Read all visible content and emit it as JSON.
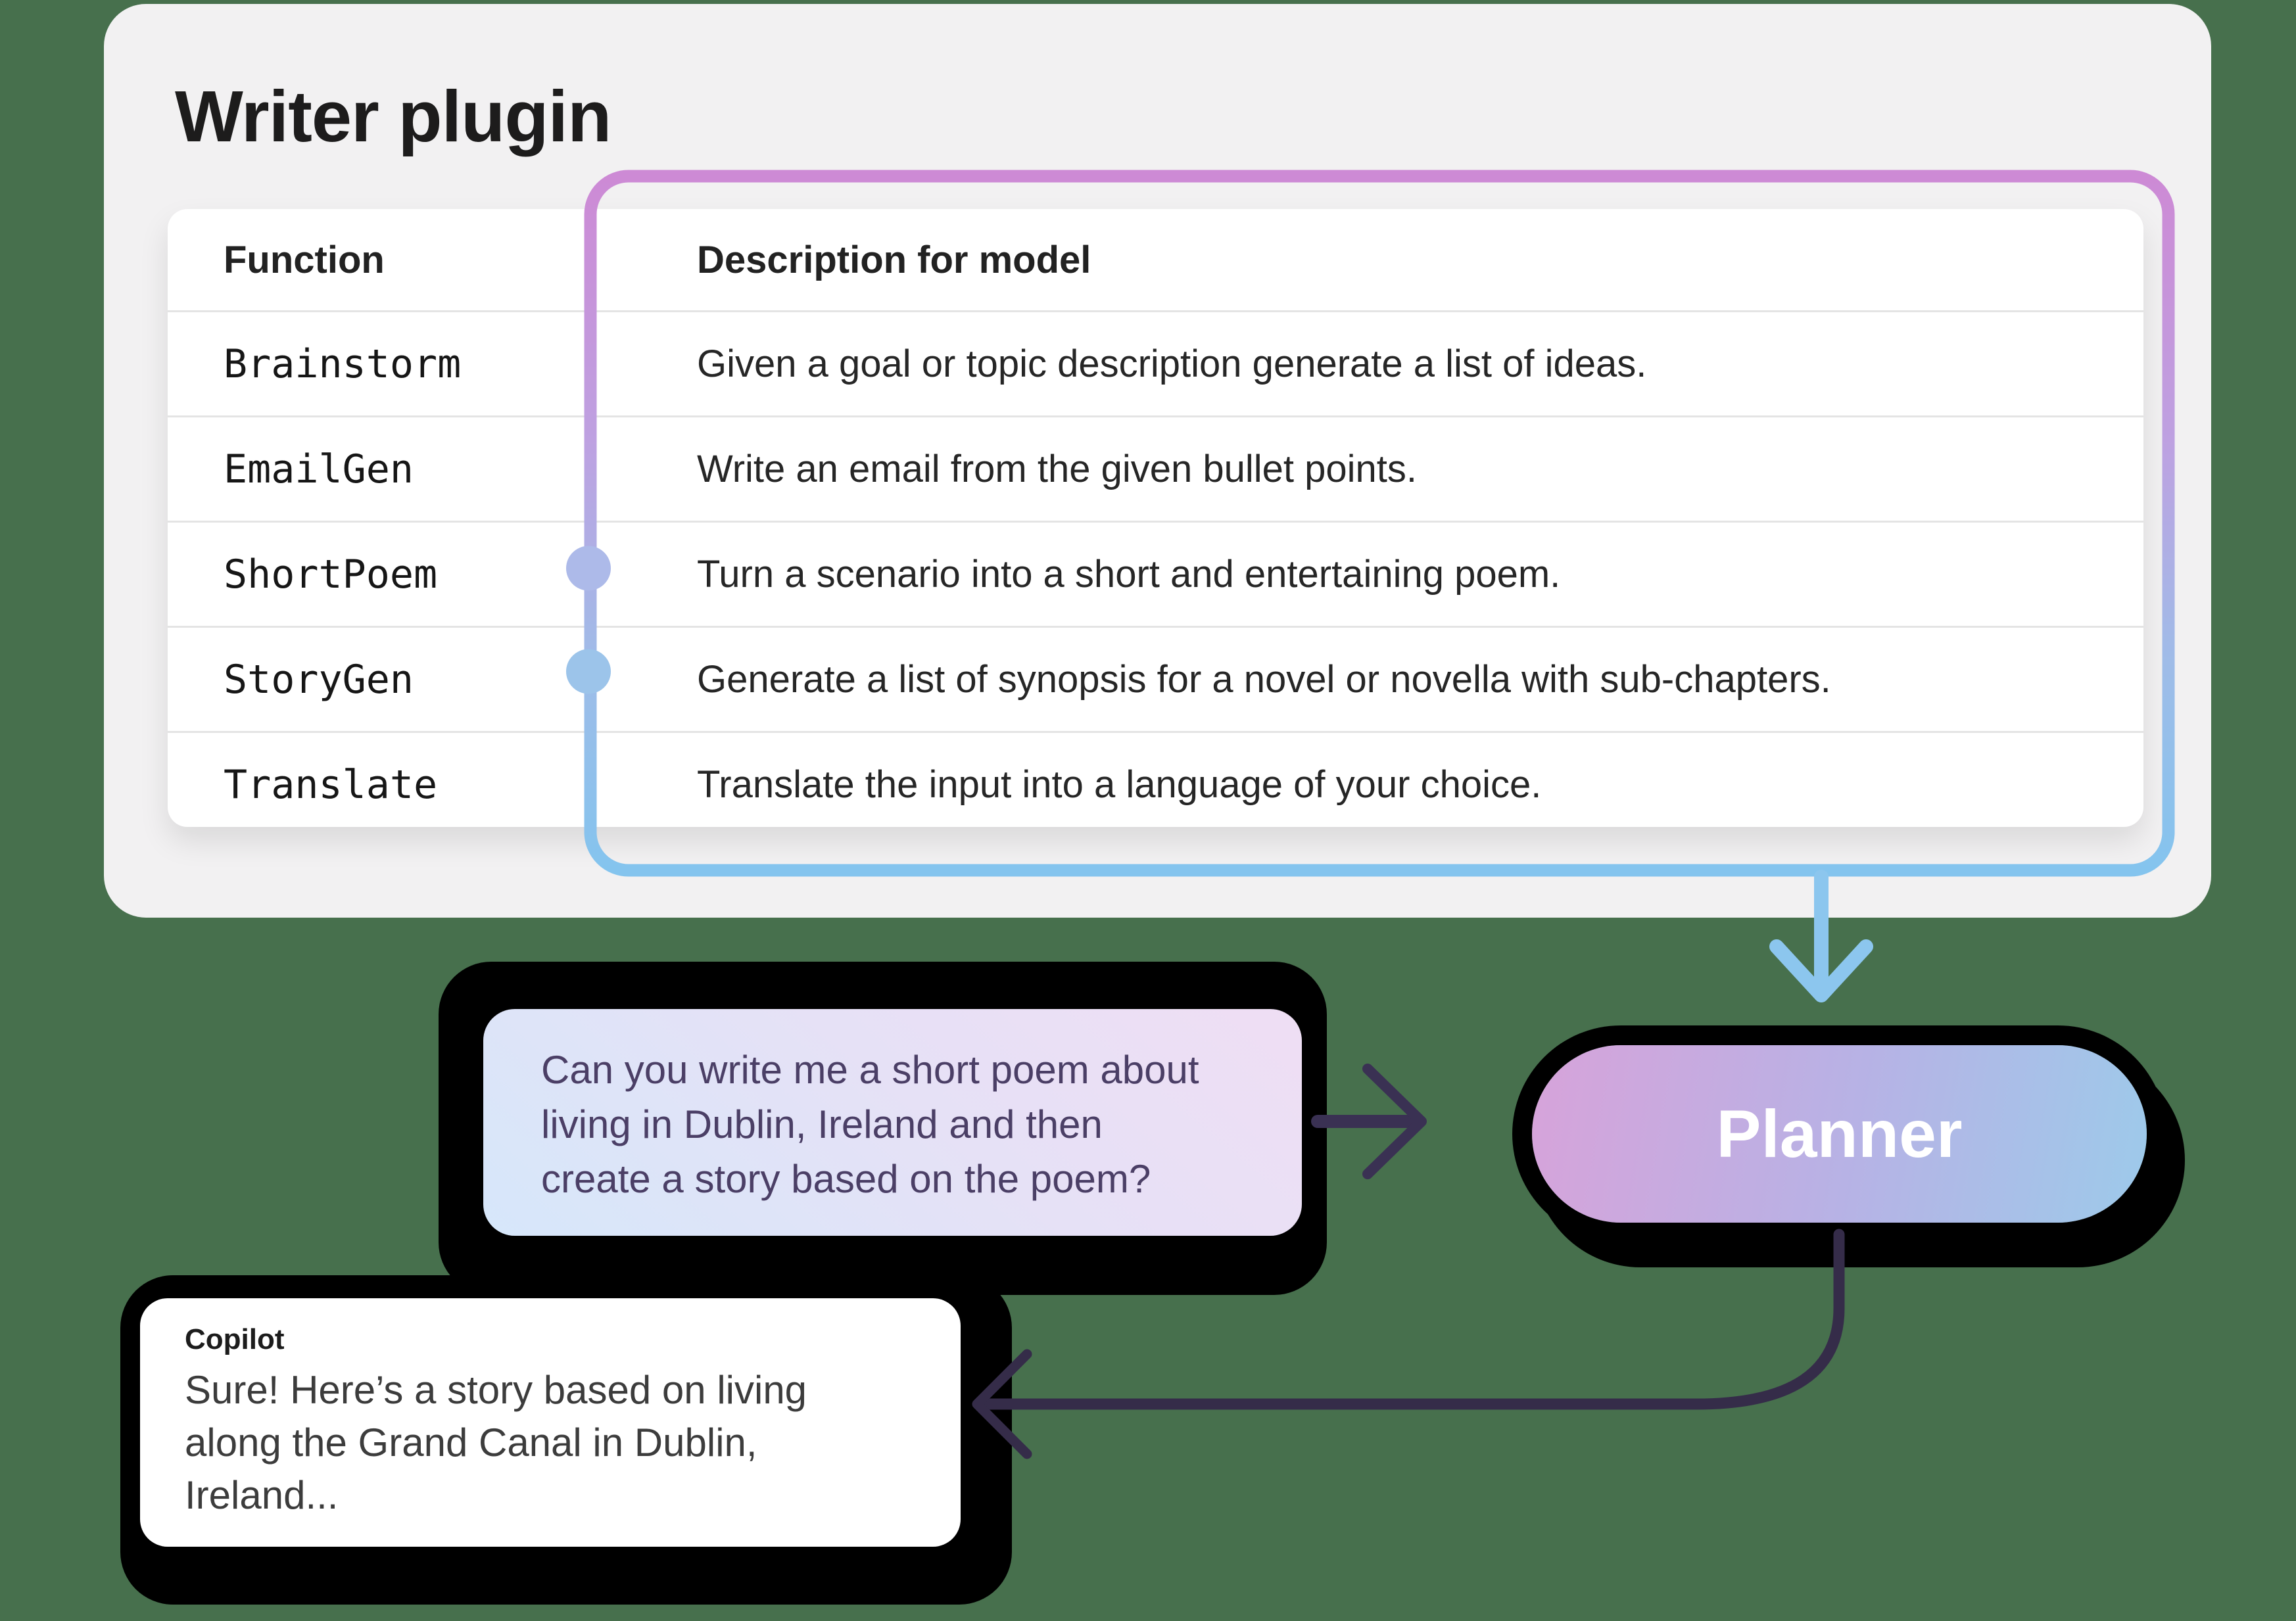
{
  "card": {
    "title": "Writer plugin"
  },
  "table": {
    "headers": {
      "function": "Function",
      "description": "Description for model"
    },
    "rows": [
      {
        "function": "Brainstorm",
        "description": "Given a goal or topic description generate a list of ideas.",
        "highlight": false,
        "dot_color": null
      },
      {
        "function": "EmailGen",
        "description": "Write an email from the given bullet points.",
        "highlight": false,
        "dot_color": null
      },
      {
        "function": "ShortPoem",
        "description": "Turn a scenario into a short and entertaining poem.",
        "highlight": true,
        "dot_color": "#adbae9"
      },
      {
        "function": "StoryGen",
        "description": "Generate a list of synopsis for a novel or novella with sub-chapters.",
        "highlight": true,
        "dot_color": "#9cc4ea"
      },
      {
        "function": "Translate",
        "description": "Translate the input into a language of your choice.",
        "highlight": false,
        "dot_color": null
      }
    ]
  },
  "planner": {
    "label": "Planner"
  },
  "user_message": {
    "text": "Can you write me a short poem about\nliving in Dublin, Ireland and then\ncreate a story based on the poem?"
  },
  "copilot_message": {
    "sender": "Copilot",
    "text": "Sure! Here’s a story based on living\nalong the Grand Canal in Dublin,\nIreland..."
  },
  "colors": {
    "background": "#47704d",
    "card_bg": "#f2f1f2",
    "table_bg": "#ffffff",
    "row_divider": "#e4e4e4",
    "title_text": "#1d1c1c",
    "highlight_border_gradient": [
      "#cd8ad5",
      "#bea1e1",
      "#9fbce8",
      "#84c4ee"
    ],
    "flow_blue": "#8cc6ee",
    "flow_dark_arrow": "#3a3153",
    "return_arrow": "#352c49",
    "planner_gradient": [
      "#d7a3da",
      "#b7b2e5",
      "#9dcaea"
    ],
    "planner_text": "#ffffff",
    "user_bubble_gradient": [
      "#d6e7fa",
      "#e6e1f6",
      "#efdef4"
    ],
    "user_text": "#4b3f66",
    "copilot_text": "#3c3c3c",
    "shadow_black": "#000000"
  }
}
